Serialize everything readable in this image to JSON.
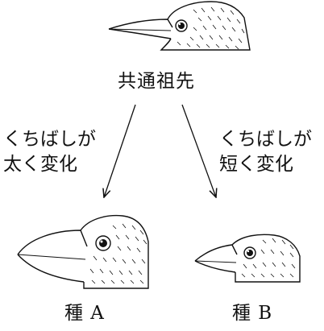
{
  "root": {
    "label": "共通祖先",
    "illustration": "finch-head-medium-beak"
  },
  "branches": [
    {
      "annotation_line1": "くちばしが",
      "annotation_line2": "太く変化",
      "arrow": "arrow-down-left"
    },
    {
      "annotation_line1": "くちばしが",
      "annotation_line2": "短く変化",
      "arrow": "arrow-down-right"
    }
  ],
  "species": [
    {
      "label": "種 A",
      "illustration": "finch-head-thick-beak"
    },
    {
      "label": "種 B",
      "illustration": "finch-head-short-beak"
    }
  ],
  "colors": {
    "ink": "#111111",
    "background": "#ffffff"
  }
}
